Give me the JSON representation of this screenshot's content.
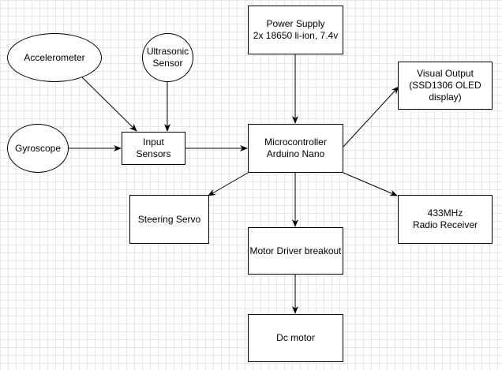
{
  "nodes": {
    "accelerometer": "Accelerometer",
    "ultrasonic": "Ultrasonic\nSensor",
    "gyroscope": "Gyroscope",
    "input_sensors": "Input\nSensors",
    "power_supply": "Power Supply\n2x 18650 li-ion, 7.4v",
    "microcontroller": "Microcontroller\nArduino Nano",
    "visual_output": "Visual Output\n(SSD1306 OLED\ndisplay)",
    "steering_servo": "Steering Servo",
    "radio_receiver": "433MHz\nRadio Receiver",
    "motor_driver": "Motor Driver breakout",
    "dc_motor": "Dc motor"
  },
  "edges": [
    {
      "from": "accelerometer",
      "to": "input_sensors"
    },
    {
      "from": "ultrasonic",
      "to": "input_sensors"
    },
    {
      "from": "gyroscope",
      "to": "input_sensors"
    },
    {
      "from": "input_sensors",
      "to": "microcontroller"
    },
    {
      "from": "power_supply",
      "to": "microcontroller"
    },
    {
      "from": "microcontroller",
      "to": "visual_output"
    },
    {
      "from": "microcontroller",
      "to": "steering_servo"
    },
    {
      "from": "microcontroller",
      "to": "radio_receiver"
    },
    {
      "from": "microcontroller",
      "to": "motor_driver"
    },
    {
      "from": "motor_driver",
      "to": "dc_motor"
    }
  ]
}
